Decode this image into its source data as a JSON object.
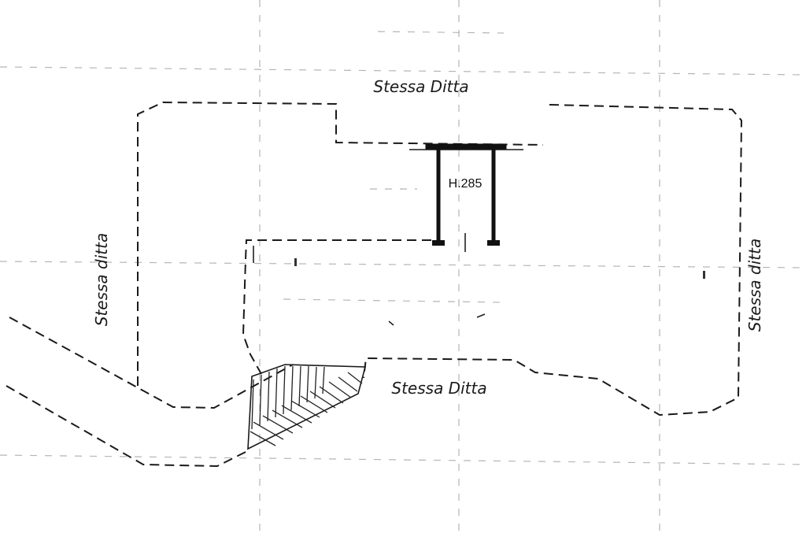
{
  "labels": {
    "top_neighbor": "Stessa Ditta",
    "left_neighbor": "Stessa ditta",
    "right_neighbor": "Stessa ditta",
    "bottom_neighbor": "Stessa Ditta",
    "canopy_height": "H.285"
  },
  "colors": {
    "ink": "#1a1a1a",
    "grid": "#b5b5b5",
    "paper": "#ffffff"
  }
}
